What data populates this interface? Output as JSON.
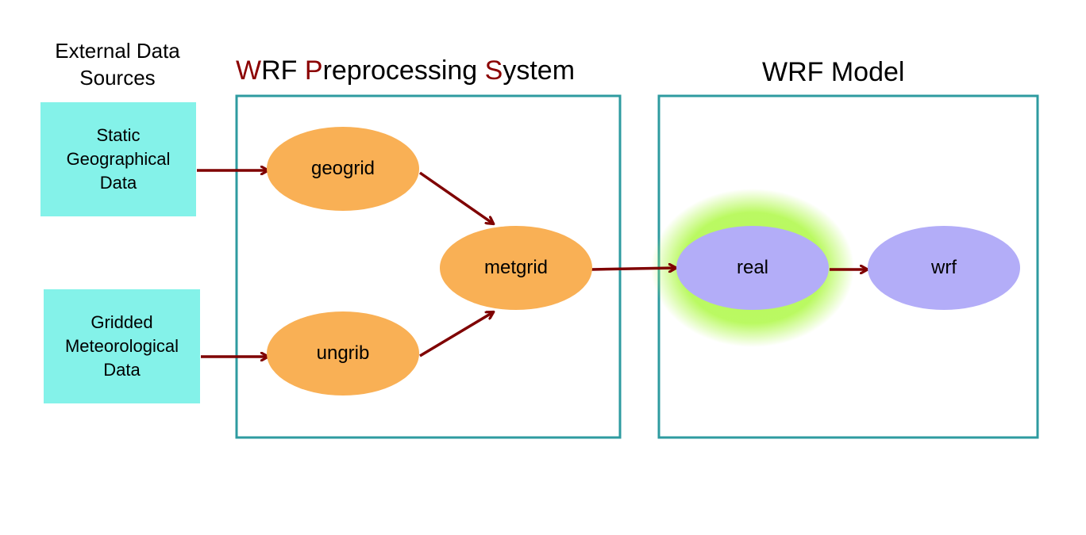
{
  "colors": {
    "frame": "#2e9ba0",
    "source_fill": "#84f2e9",
    "wps_node_fill": "#f9b055",
    "model_node_fill": "#b3adf8",
    "arrow": "#7f0000",
    "highlight_letter": "#8b0000",
    "glow": "#b7f95a"
  },
  "external_sources": {
    "heading": [
      "External Data",
      "Sources"
    ],
    "boxes": [
      {
        "id": "static-geo",
        "lines": [
          "Static",
          "Geographical",
          "Data"
        ]
      },
      {
        "id": "gridded-met",
        "lines": [
          "Gridded",
          "Meteorological",
          "Data"
        ]
      }
    ]
  },
  "wps": {
    "title_parts": [
      {
        "text": "W",
        "highlight": true
      },
      {
        "text": "RF ",
        "highlight": false
      },
      {
        "text": "P",
        "highlight": true
      },
      {
        "text": "reprocessing ",
        "highlight": false
      },
      {
        "text": "S",
        "highlight": true
      },
      {
        "text": "ystem",
        "highlight": false
      }
    ],
    "nodes": {
      "geogrid": "geogrid",
      "ungrib": "ungrib",
      "metgrid": "metgrid"
    }
  },
  "model": {
    "title": "WRF Model",
    "nodes": {
      "real": "real",
      "wrf": "wrf"
    },
    "highlighted_node": "real"
  },
  "edges": [
    {
      "from": "static-geo",
      "to": "geogrid"
    },
    {
      "from": "gridded-met",
      "to": "ungrib"
    },
    {
      "from": "geogrid",
      "to": "metgrid"
    },
    {
      "from": "ungrib",
      "to": "metgrid"
    },
    {
      "from": "metgrid",
      "to": "real"
    },
    {
      "from": "real",
      "to": "wrf"
    }
  ]
}
